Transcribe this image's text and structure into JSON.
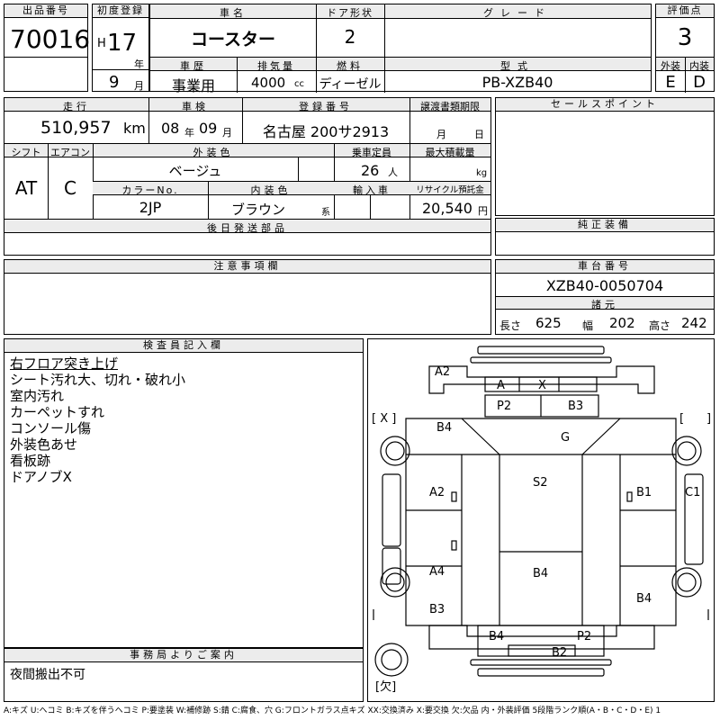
{
  "header": {
    "lot_no_label": "出品番号",
    "lot_no": "70016",
    "first_reg_label": "初度登録",
    "era": "H",
    "year": "17",
    "year_unit": "年",
    "month": "9",
    "month_unit": "月",
    "car_name_label": "車名",
    "car_name": "コースター",
    "door_label": "ドア形状",
    "door": "2",
    "grade_label": "グレード",
    "grade": "",
    "score_label": "評価点",
    "score": "3",
    "history_label": "車歴",
    "history": "事業用",
    "displacement_label": "排気量",
    "displacement": "4000",
    "displacement_unit": "cc",
    "fuel_label": "燃料",
    "fuel": "ディーゼル",
    "model_label": "型式",
    "model": "PB-XZB40",
    "exterior_label": "外装",
    "exterior": "E",
    "interior_label": "内装",
    "interior": "D"
  },
  "row2": {
    "mileage_label": "走行",
    "mileage": "510,957",
    "mileage_unit": "km",
    "inspection_label": "車検",
    "inspection_year": "08",
    "inspection_year_unit": "年",
    "inspection_month": "09",
    "inspection_month_unit": "月",
    "plate_label": "登録番号",
    "plate": "名古屋 200サ2913",
    "transfer_label": "譲渡書類期限",
    "transfer_month_unit": "月",
    "transfer_day_unit": "日",
    "sales_point_label": "セールスポイント",
    "shift_label": "シフト",
    "shift": "AT",
    "ac_label": "エアコン",
    "ac": "C",
    "color_label": "外装色",
    "color": "ベージュ",
    "capacity_label": "乗車定員",
    "capacity": "26",
    "capacity_unit": "人",
    "max_load_label": "最大積載量",
    "max_load_unit": "kg",
    "color_no_label": "カラーNo.",
    "color_no": "2JP",
    "interior_color_label": "内装色",
    "interior_color": "ブラウン",
    "interior_color_unit": "系",
    "import_label": "輸入車",
    "recycle_label": "リサイクル預託金",
    "recycle": "20,540",
    "recycle_unit": "円",
    "parts_label": "後日発送部品",
    "genuine_label": "純正装備",
    "caution_label": "注意事項欄",
    "chassis_label": "車台番号",
    "chassis": "XZB40-0050704",
    "specs_label": "諸元",
    "length_label": "長さ",
    "length": "625",
    "width_label": "幅",
    "width": "202",
    "height_label": "高さ",
    "height": "242"
  },
  "inspector": {
    "label": "検査員記入欄",
    "notes": [
      "右フロア突き上げ",
      "シート汚れ大、切れ・破れ小",
      "室内汚れ",
      "カーペットすれ",
      "コンソール傷",
      "外装色あせ",
      "看板跡",
      "ドアノブX"
    ],
    "office_label": "事務局よりご案内",
    "office_note": "夜間搬出不可"
  },
  "diagram": {
    "marks": {
      "front_top": "A2",
      "grille_a": "A",
      "grille_x": "X",
      "hood_p2": "P2",
      "hood_b3": "B3",
      "left_front": "B4",
      "windshield": "G",
      "left_tire_bracket": "[ X ]",
      "right_tire_bracket": "[",
      "right_tire_bracket_close": "]",
      "roof": "S2",
      "left_door": "A2",
      "right_side": "B1",
      "right_outer": "C1",
      "left_rear": "A4",
      "center_rear": "B4",
      "right_rear": "B4",
      "left_bottom": "B3",
      "rear_b4": "B4",
      "rear_p2": "P2",
      "rear_b2": "B2",
      "spare_missing": "[欠]"
    }
  },
  "legend": "A:キズ U:ヘコミ B:キズを伴うヘコミ P:要塗装 W:補修跡 S:錆 C:腐食、穴 G:フロントガラス点キズ XX:交換済み X:要交換 欠:欠品 内・外装評価 5段階ランク順(A・B・C・D・E) 1"
}
